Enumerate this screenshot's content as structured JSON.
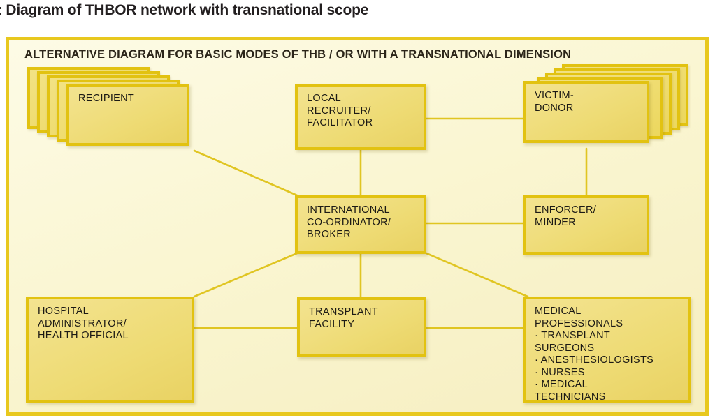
{
  "caption": ": Diagram of THBOR network with transnational scope",
  "figure": {
    "title": "ALTERNATIVE DIAGRAM FOR BASIC MODES OF THB / OR WITH A TRANSNATIONAL DIMENSION",
    "frame_color": "#e8c81e",
    "background_color": "#fbf7d8",
    "node_fill_color": "#f0dc7a",
    "node_border_color": "#e2c211",
    "connector_color": "#e0c522"
  },
  "nodes": [
    {
      "id": "recipient",
      "name": "recipient",
      "label": "RECIPIENT",
      "stacked": true,
      "stack_count": 5,
      "stack_direction": "up-left"
    },
    {
      "id": "local-recruiter",
      "name": "local-recruiter-facilitator",
      "label": "LOCAL\nRECRUITER/\nFACILITATOR",
      "stacked": false
    },
    {
      "id": "victim-donor",
      "name": "victim-donor",
      "label": "VICTIM-\nDONOR",
      "stacked": true,
      "stack_count": 5,
      "stack_direction": "up-right"
    },
    {
      "id": "broker",
      "name": "international-coordinator-broker",
      "label": "INTERNATIONAL\nCO-ORDINATOR/\nBROKER",
      "stacked": false
    },
    {
      "id": "enforcer",
      "name": "enforcer-minder",
      "label": "ENFORCER/\nMINDER",
      "stacked": false
    },
    {
      "id": "hospital",
      "name": "hospital-administrator-health-official",
      "label": "HOSPITAL\nADMINISTRATOR/\nHEALTH OFFICIAL",
      "stacked": false
    },
    {
      "id": "transplant-facility",
      "name": "transplant-facility",
      "label": "TRANSPLANT\nFACILITY",
      "stacked": false
    },
    {
      "id": "medical-professionals",
      "name": "medical-professionals",
      "label": "MEDICAL\nPROFESSIONALS",
      "stacked": false,
      "bullets": "· TRANSPLANT\n   SURGEONS\n· ANESTHESIOLOGISTS\n· NURSES\n· MEDICAL\n   TECHNICIANS"
    }
  ],
  "edges": [
    {
      "from": "recipient",
      "to": "broker",
      "style": "diagonal"
    },
    {
      "from": "local-recruiter",
      "to": "broker",
      "style": "vertical"
    },
    {
      "from": "local-recruiter",
      "to": "victim-donor",
      "style": "horizontal"
    },
    {
      "from": "victim-donor",
      "to": "enforcer",
      "style": "vertical"
    },
    {
      "from": "broker",
      "to": "enforcer",
      "style": "horizontal"
    },
    {
      "from": "broker",
      "to": "hospital",
      "style": "diagonal"
    },
    {
      "from": "broker",
      "to": "transplant-facility",
      "style": "vertical"
    },
    {
      "from": "broker",
      "to": "medical-professionals",
      "style": "diagonal"
    },
    {
      "from": "hospital",
      "to": "transplant-facility",
      "style": "horizontal"
    },
    {
      "from": "transplant-facility",
      "to": "medical-professionals",
      "style": "horizontal"
    }
  ]
}
